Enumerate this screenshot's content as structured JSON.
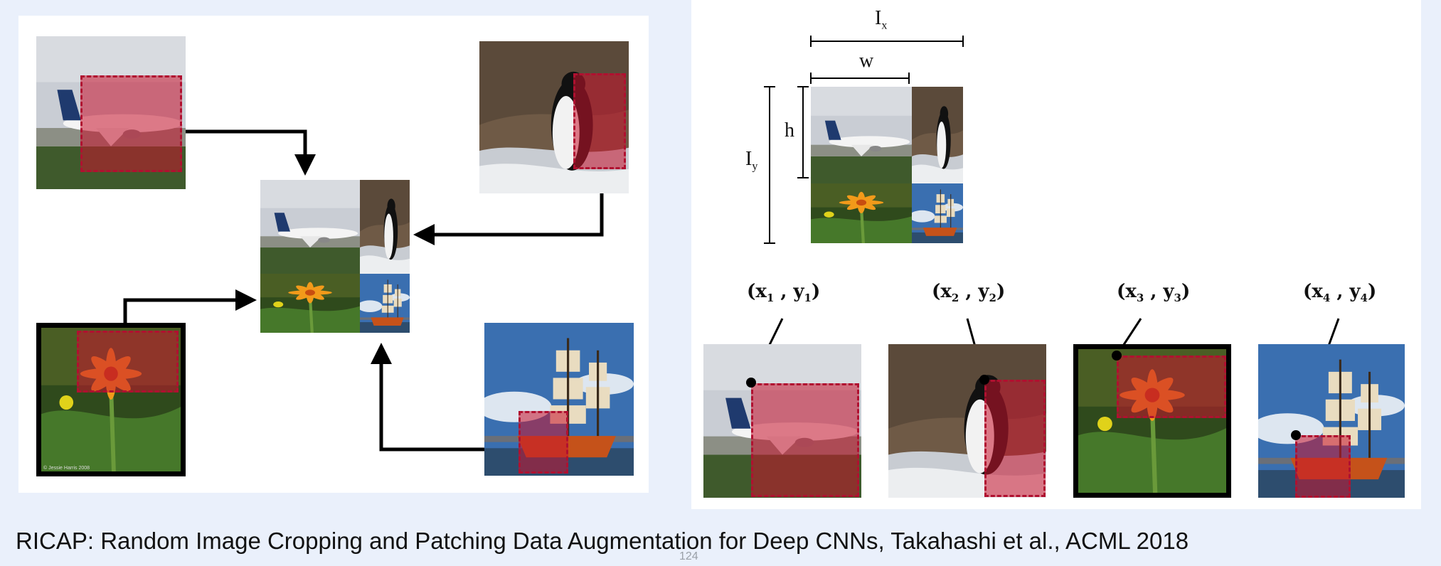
{
  "figure": {
    "dimension_labels": {
      "ix": "I",
      "ix_sub": "x",
      "iy": "I",
      "iy_sub": "y",
      "w": "w",
      "h": "h"
    },
    "coordinates": [
      {
        "x": "x",
        "xs": "1",
        "y": "y",
        "ys": "1"
      },
      {
        "x": "x",
        "xs": "2",
        "y": "y",
        "ys": "2"
      },
      {
        "x": "x",
        "xs": "3",
        "y": "y",
        "ys": "3"
      },
      {
        "x": "x",
        "xs": "4",
        "y": "y",
        "ys": "4"
      }
    ],
    "photo_credit": "© Jessie Harris 2008"
  },
  "caption": "RICAP: Random Image Cropping and Patching Data Augmentation for Deep CNNs, Takahashi et al., ACML 2018",
  "page_number": "124",
  "colors": {
    "background": "#eaf0fb",
    "crop_overlay": "#c8142d",
    "arrow": "#000000"
  }
}
